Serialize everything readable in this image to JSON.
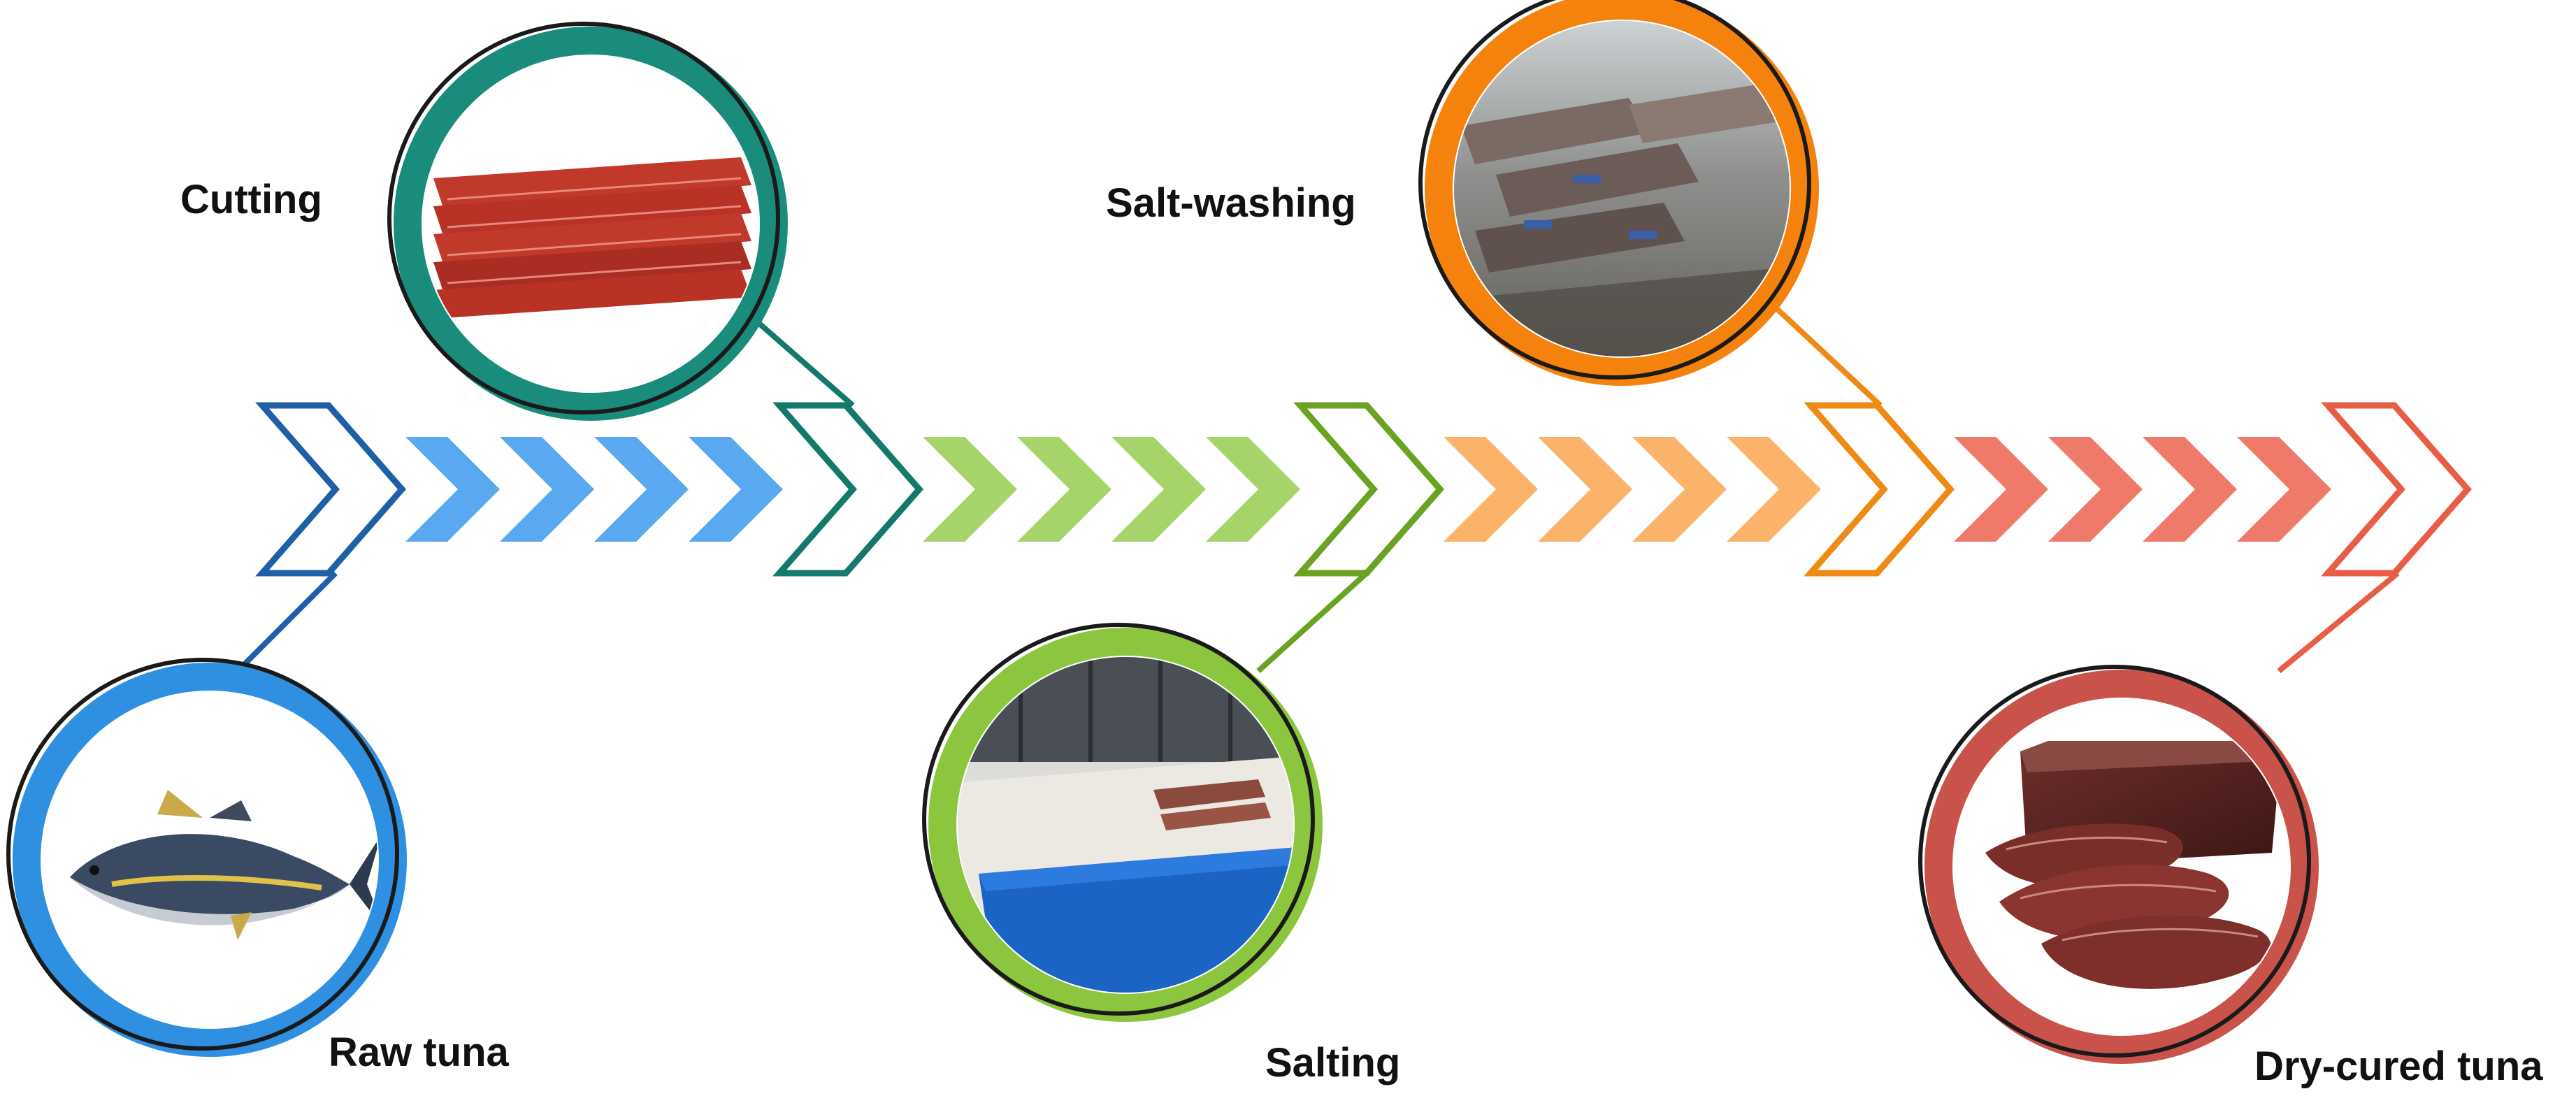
{
  "stages": [
    {
      "id": "raw-tuna",
      "label": "Raw tuna",
      "color": "#2f8fe0",
      "chevron_color": "#5aa9f0",
      "outline_color": "#1f5fa8",
      "photo": "whole-tuna-fish"
    },
    {
      "id": "cutting",
      "label": "Cutting",
      "color": "#13796b",
      "chevron_color": "#1a8c7c",
      "outline_color": "#13796b",
      "photo": "tuna-loin-slices"
    },
    {
      "id": "salting",
      "label": "Salting",
      "color": "#8cc63f",
      "chevron_color": "#a6d46a",
      "outline_color": "#6aa321",
      "photo": "tuna-loins-in-salt-bins"
    },
    {
      "id": "salt-washing",
      "label": "Salt-washing",
      "color": "#f5820d",
      "chevron_color": "#fbb36a",
      "outline_color": "#ef8a14",
      "photo": "tuna-loins-in-washing-tank"
    },
    {
      "id": "dry-cured-tuna",
      "label": "Dry-cured tuna",
      "color": "#c9534a",
      "chevron_color": "#f07a6a",
      "outline_color": "#e85d45",
      "photo": "dry-cured-tuna-slices"
    }
  ]
}
